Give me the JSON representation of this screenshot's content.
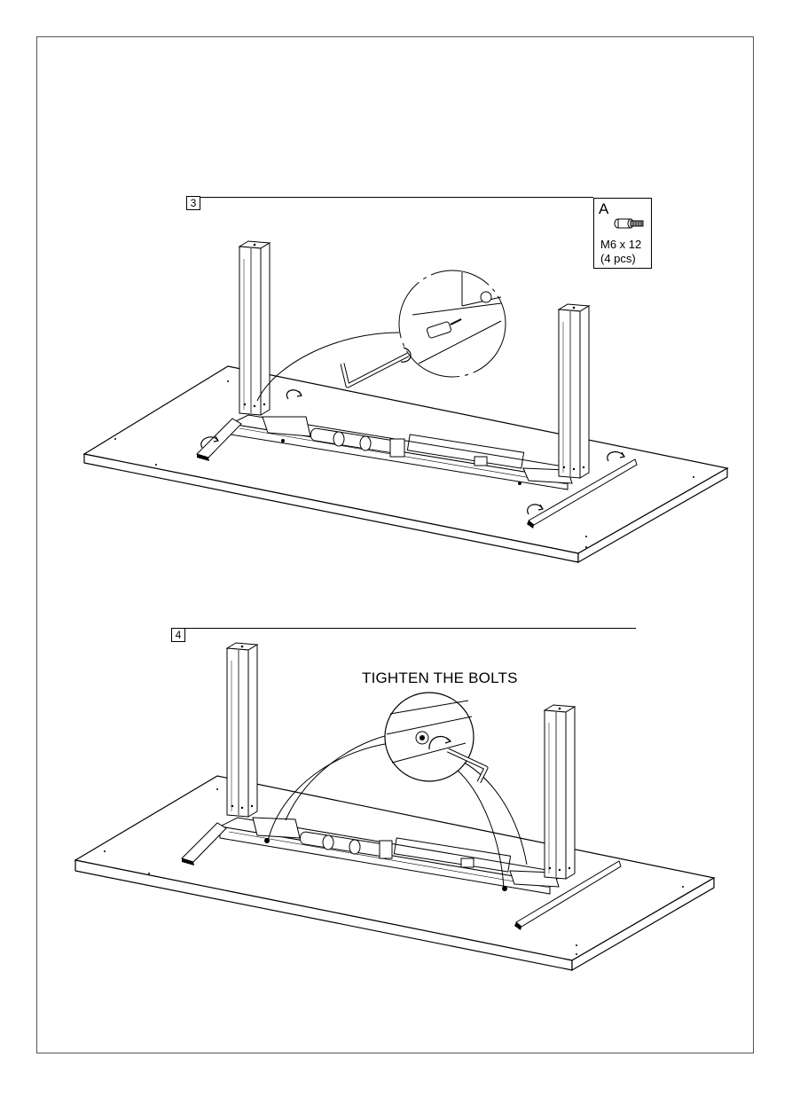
{
  "step3": {
    "number": "3",
    "hardware": {
      "letter": "A",
      "spec": "M6 x 12",
      "quantity": "(4 pcs)",
      "icon": "bolt-icon"
    }
  },
  "step4": {
    "number": "4",
    "caption": "TIGHTEN THE BOLTS"
  },
  "icons": {
    "rotation": "rotation-arrow-icon",
    "hex_key": "hex-key-icon"
  }
}
